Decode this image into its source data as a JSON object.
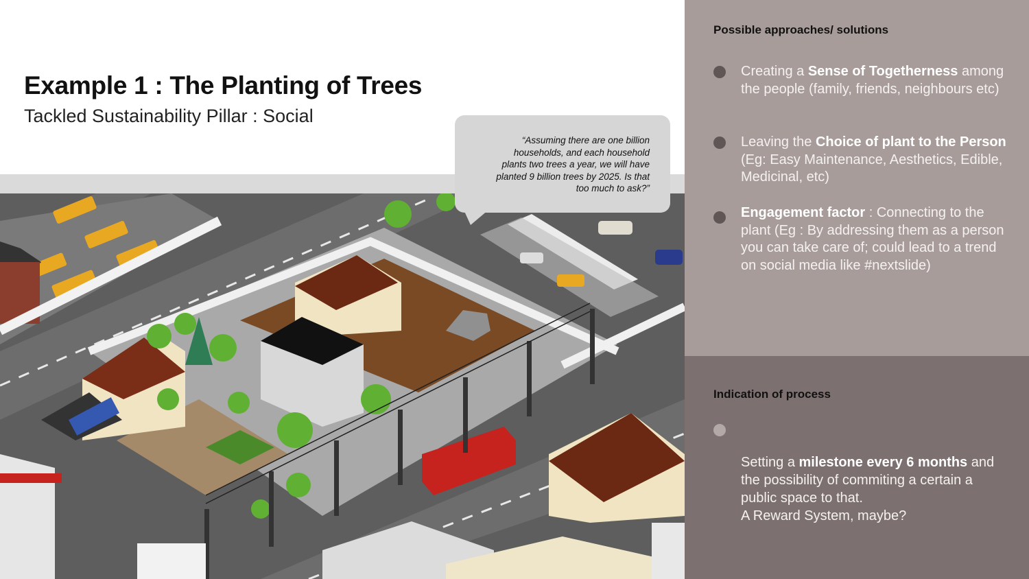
{
  "slide": {
    "title": "Example 1 : The Planting of Trees",
    "subtitle": "Tackled Sustainability Pillar : Social"
  },
  "quote": {
    "text": "“Assuming there are one billion\nhouseholds, and each household\nplants two trees a year, we will have\nplanted  9 billion trees by 2025. Is that\ntoo much to ask?”"
  },
  "approaches": {
    "heading": "Possible approaches/ solutions",
    "items": [
      {
        "pre": "Creating a ",
        "bold": "Sense of Togetherness",
        "post": " among the people (family, friends, neighbours etc)"
      },
      {
        "pre": "Leaving the ",
        "bold": "Choice of plant to the Person",
        "post": " (Eg: Easy Maintenance, Aesthetics, Edible, Medicinal, etc)"
      },
      {
        "pre": "",
        "bold": "Engagement factor",
        "post": " : Connecting to the plant (Eg : By addressing them as a person you can take care of; could lead to a trend on social media like #nextslide)"
      }
    ]
  },
  "process": {
    "heading": "Indication of process",
    "items": [
      {
        "pre": "Setting a ",
        "bold": "milestone every 6 months",
        "post": " and the possibility of commiting a certain a public space to that.\nA Reward System, maybe?"
      }
    ]
  },
  "colors": {
    "panel_top": "#a89c9a",
    "panel_bottom": "#7c7170",
    "bubble": "#d6d6d6",
    "band": "#dadada"
  }
}
